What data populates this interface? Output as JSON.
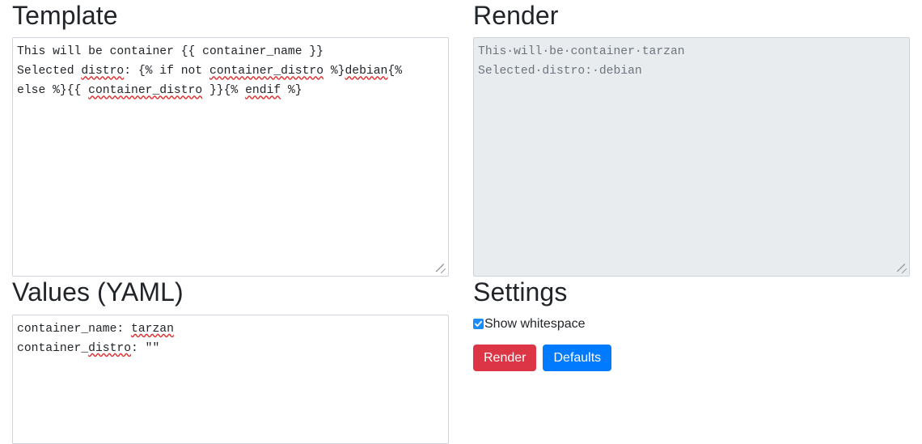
{
  "left": {
    "template": {
      "heading": "Template",
      "line1": "This will be container {{ container_name }}",
      "line2_a": "Selected ",
      "line2_misspelled": "distro",
      "line2_b": ": {% if not ",
      "line2_misspelled2": "container_distro",
      "line2_c": " %}",
      "line2_misspelled3": "debian",
      "line2_d": "{%",
      "line3_a": "else %}{{ ",
      "line3_misspelled": "container_distro",
      "line3_b": " }}{% ",
      "line3_misspelled2": "endif",
      "line3_c": " %}",
      "full_text": "This will be container {{ container_name }}\nSelected distro: {% if not container_distro %}debian{% else %}{{ container_distro }}{% endif %}"
    },
    "values": {
      "heading": "Values (YAML)",
      "line1_a": "container_name: ",
      "line1_misspelled": "tarzan",
      "line2_a": "container_",
      "line2_misspelled": "distro",
      "line2_b": ": \"\"",
      "full_text": "container_name: tarzan\ncontainer_distro: \"\""
    }
  },
  "right": {
    "render": {
      "heading": "Render",
      "line1": "This·will·be·container·tarzan",
      "line2": "Selected·distro:·debian",
      "full_text": "This·will·be·container·tarzan\nSelected·distro:·debian"
    },
    "settings": {
      "heading": "Settings",
      "show_whitespace_label": "Show whitespace",
      "show_whitespace_checked": true,
      "render_button": "Render",
      "defaults_button": "Defaults"
    }
  },
  "colors": {
    "render_button": "#dc3545",
    "defaults_button": "#007bff",
    "checkbox": "#1a8cff",
    "render_panel_bg": "#e9ecef",
    "render_panel_text": "#6c757d",
    "border": "#ced4da",
    "spellcheck_underline": "#e03131"
  }
}
